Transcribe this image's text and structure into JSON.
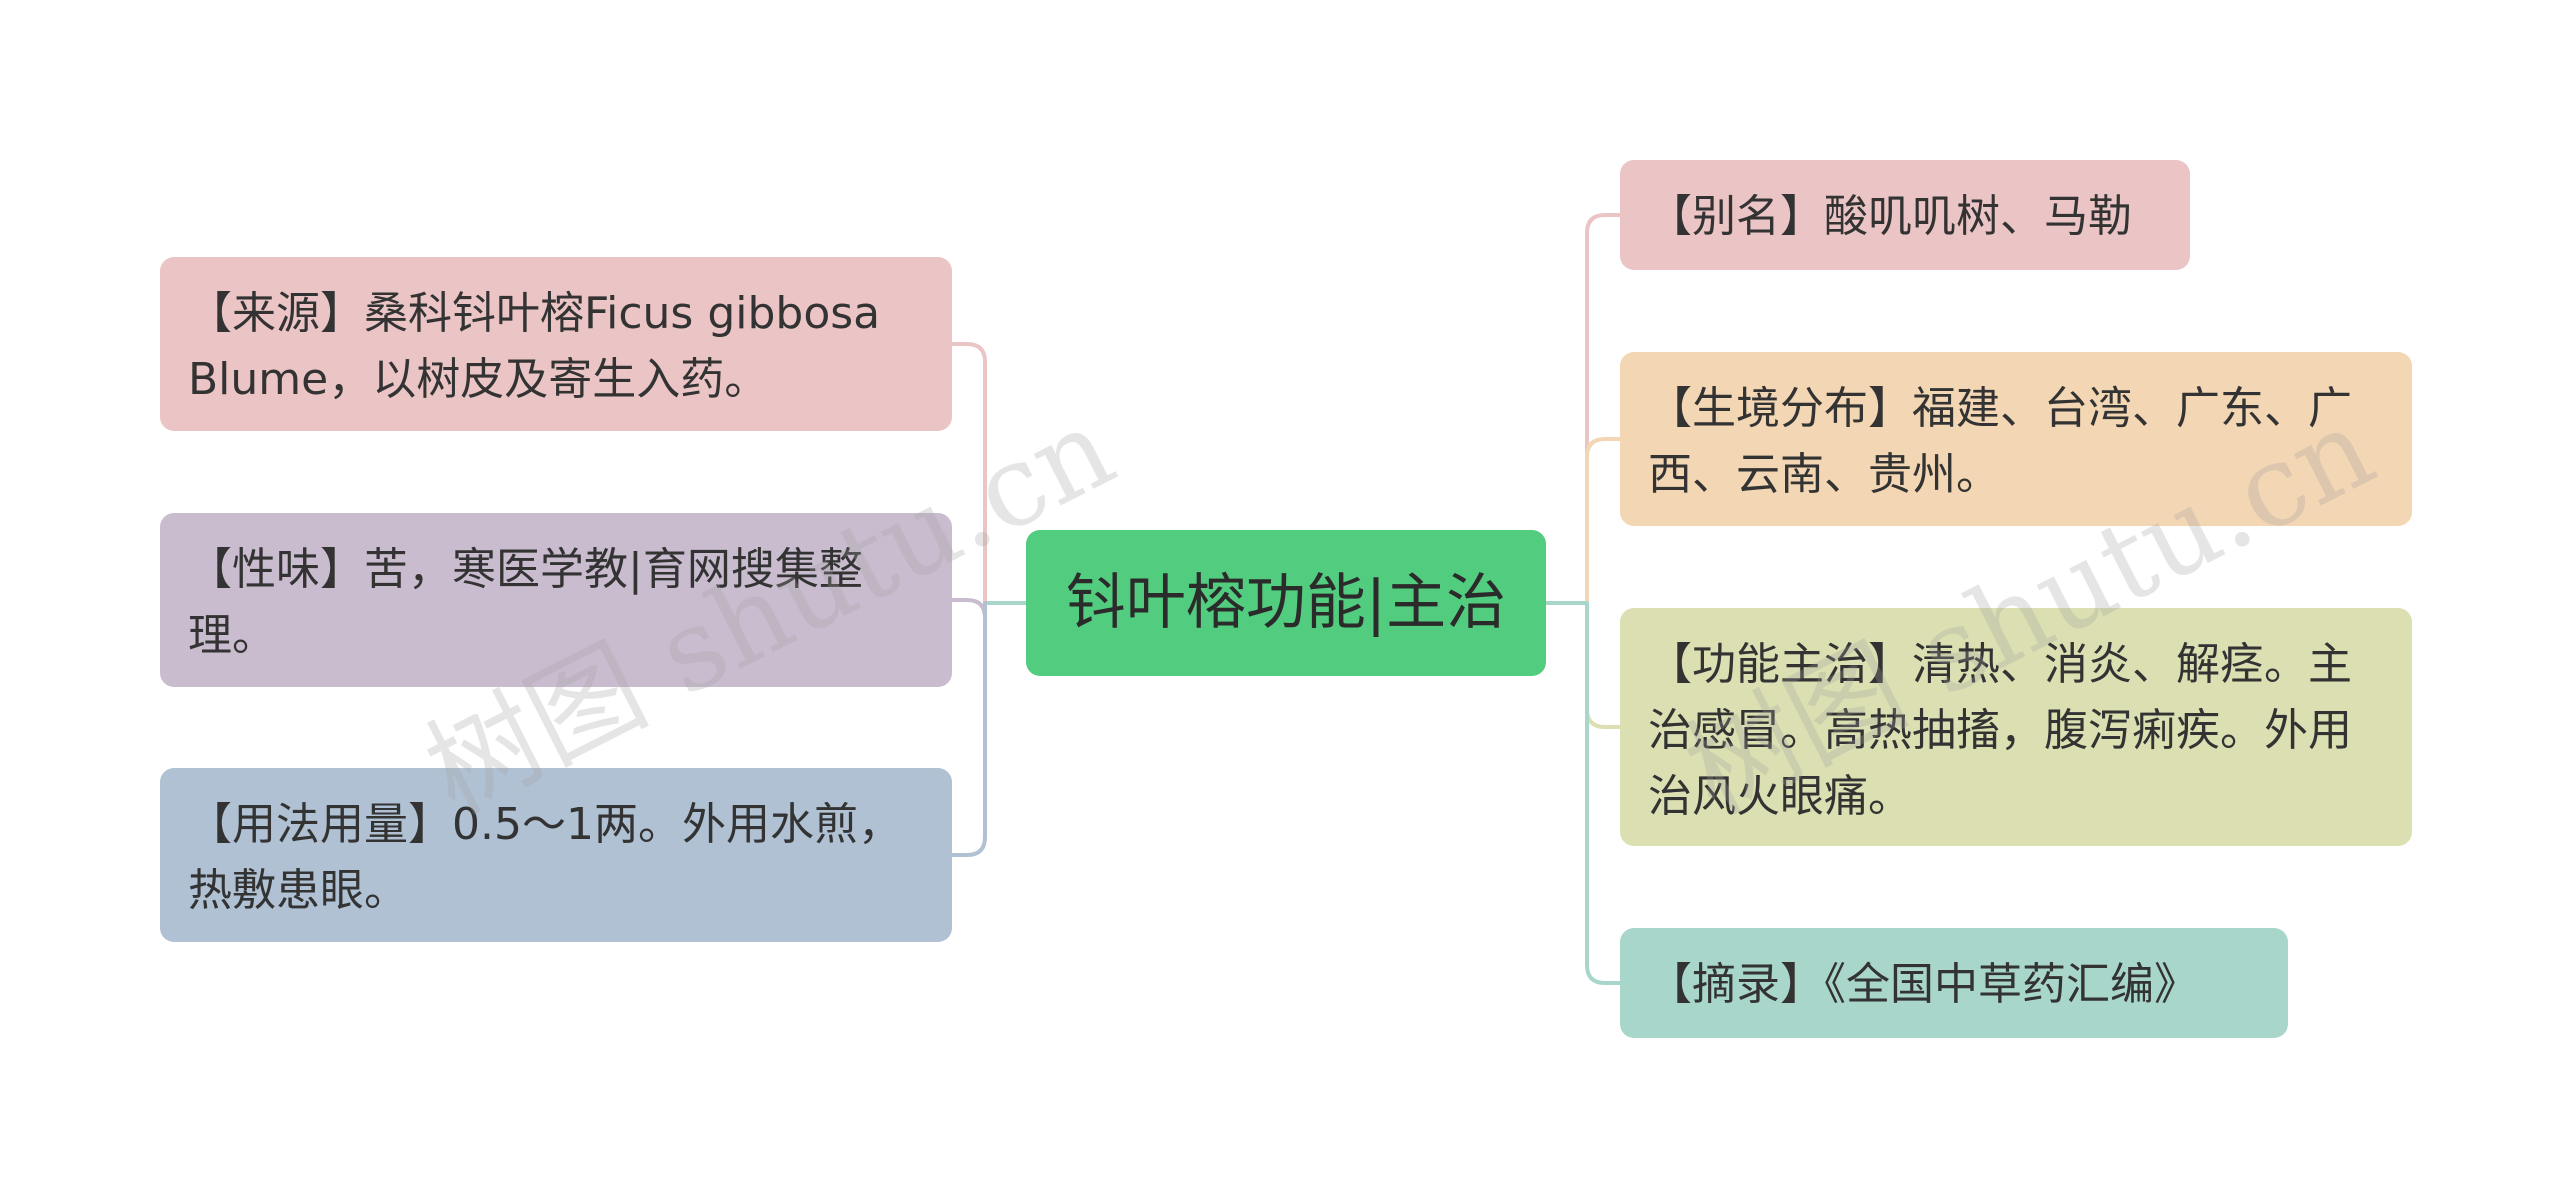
{
  "mindmap": {
    "center": {
      "label": "钭叶榕功能|主治",
      "color": "#52cc7e"
    },
    "left_branches": [
      {
        "label": "【来源】桑科钭叶榕Ficus gibbosa Blume，以树皮及寄生入药。",
        "color": "#ebc5c5",
        "line_color": "#ebc5c5"
      },
      {
        "label": "【性味】苦，寒医学教|育网搜集整理。",
        "color": "#c9bccf",
        "line_color": "#c9bccf"
      },
      {
        "label": "【用法用量】0.5～1两。外用水煎，热敷患眼。",
        "color": "#b0c1d3",
        "line_color": "#b0c1d3"
      }
    ],
    "right_branches": [
      {
        "label": "【别名】酸叽叽树、马勒",
        "color": "#ebc5c5",
        "line_color": "#ebc5c5"
      },
      {
        "label": "【生境分布】福建、台湾、广东、广西、云南、贵州。",
        "color": "#f3d6b3",
        "line_color": "#f3d6b3"
      },
      {
        "label": "【功能主治】清热、消炎、解痉。主治感冒。高热抽搐，腹泻痢疾。外用治风火眼痛。",
        "color": "#dcdfb1",
        "line_color": "#dcdfb1"
      },
      {
        "label": "【摘录】《全国中草药汇编》",
        "color": "#a9d6cb",
        "line_color": "#a9d6cb"
      }
    ],
    "trunk_color": "#a9d6cb"
  },
  "watermarks": [
    {
      "text": "树图 shutu.cn"
    },
    {
      "text": "树图 shutu.cn"
    }
  ]
}
